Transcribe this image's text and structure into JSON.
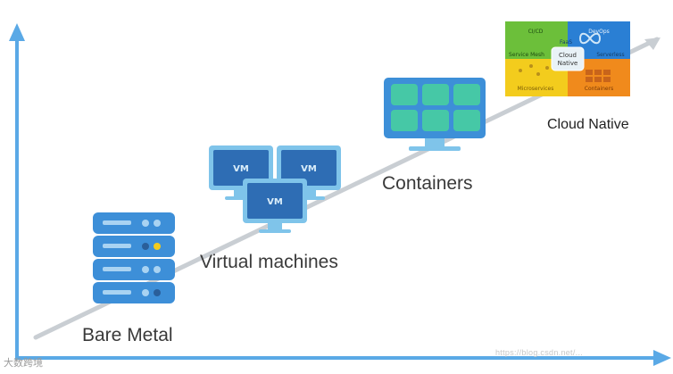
{
  "stages": {
    "bare_metal": "Bare Metal",
    "virtual_machines": "Virtual machines",
    "containers": "Containers",
    "cloud_native": "Cloud Native"
  },
  "vm_labels": [
    "VM",
    "VM",
    "VM"
  ],
  "cloud_native_grid": {
    "cicd": "CI/CD",
    "devops": "DevOps",
    "faas": "FaaS",
    "service_mesh": "Service Mesh",
    "cloud": "Cloud",
    "native": "Native",
    "serverless": "Serverless",
    "microservices": "Microservices",
    "containers": "Containers"
  },
  "watermark": {
    "left": "大数跨境",
    "right": "https://blog.csdn.net/..."
  },
  "colors": {
    "axis": "#5aa9e6",
    "trend_line": "#c9ced3",
    "icon_blue": "#3d8fd8",
    "icon_light": "#7fc4ea",
    "vm_dark": "#2e6db4",
    "container_green": "#46c8a6",
    "cn_green": "#6cbf3a",
    "cn_blue": "#2a7fd4",
    "cn_yellow": "#f3cc1d",
    "cn_orange": "#f08a1c"
  }
}
